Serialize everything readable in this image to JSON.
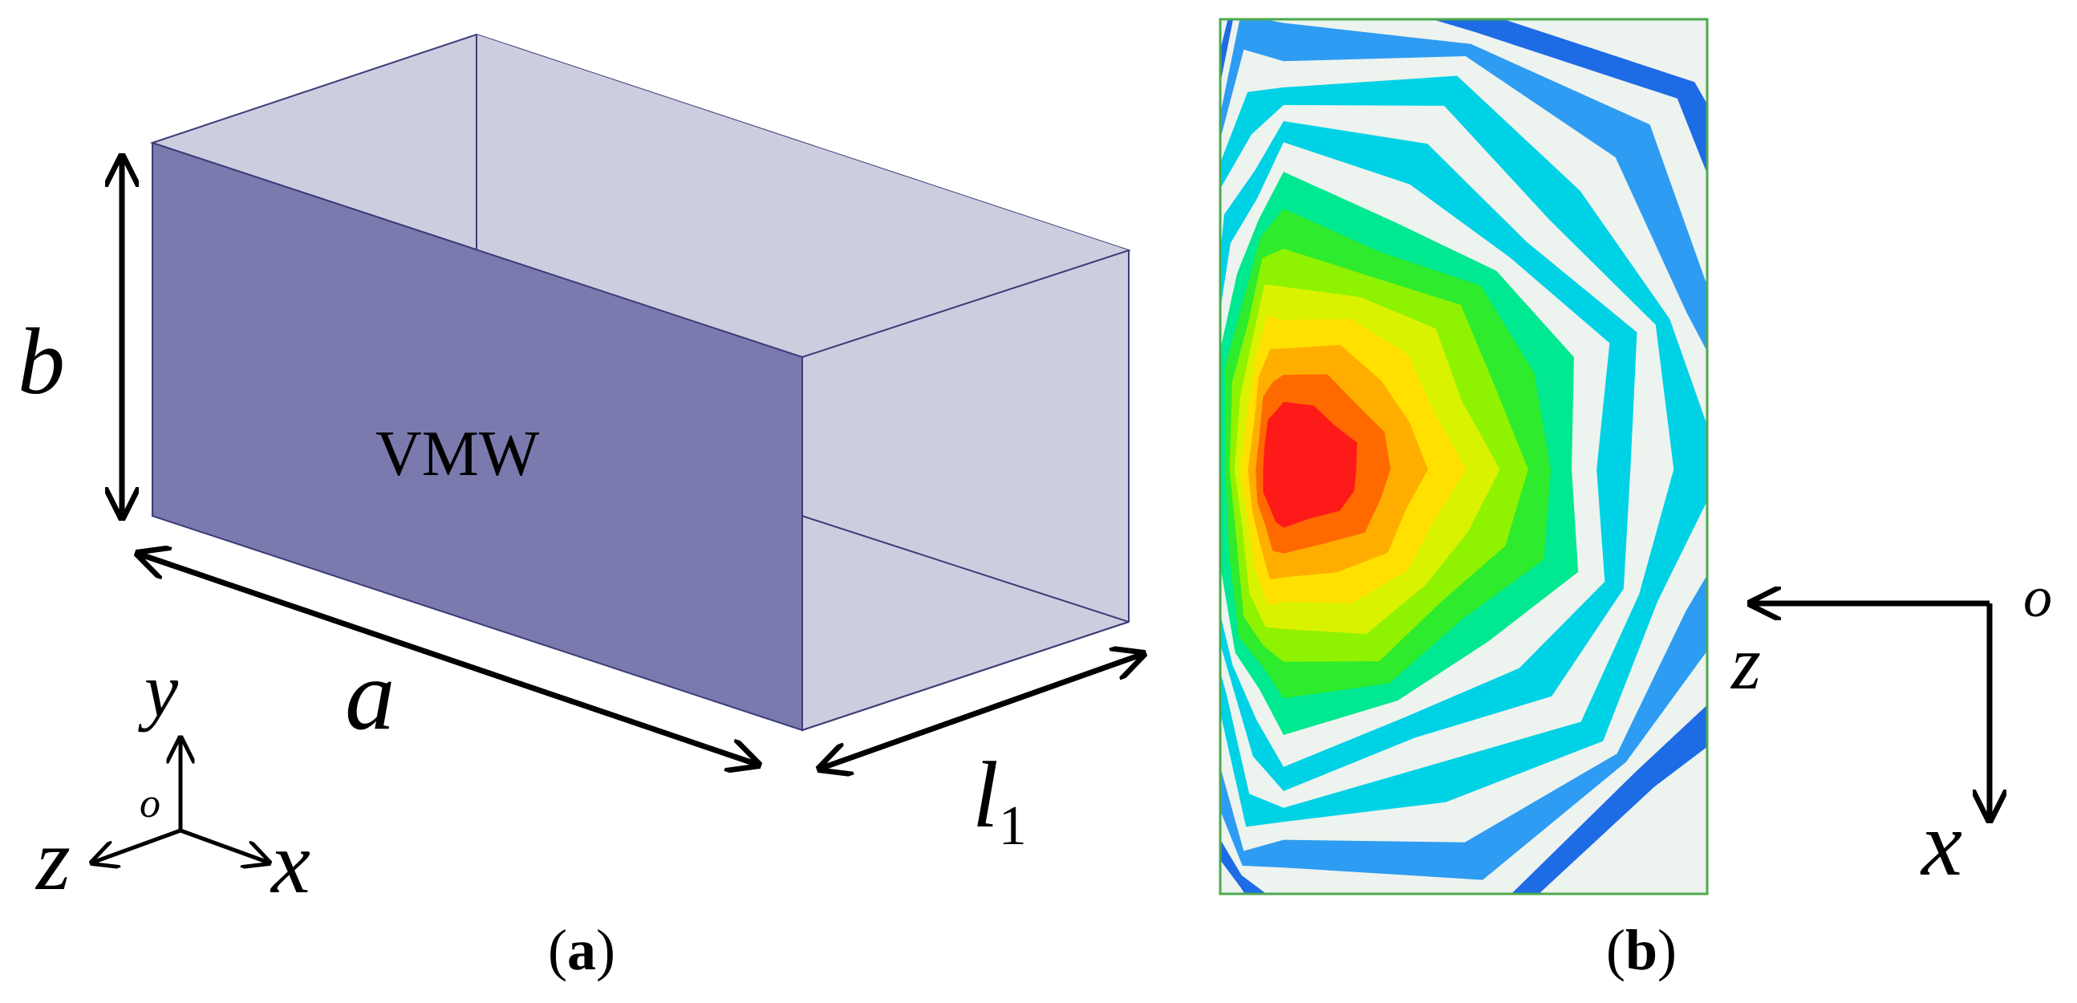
{
  "panel_a": {
    "box_label": "VMW",
    "dim_height": "b",
    "dim_width": "a",
    "dim_length": "l",
    "dim_length_subscript": "1",
    "axes": {
      "origin": "o",
      "x": "x",
      "y": "y",
      "z": "z"
    },
    "caption_open": "(",
    "caption_letter": "a",
    "caption_close": ")"
  },
  "panel_b": {
    "axes": {
      "origin": "o",
      "x": "x",
      "z": "z"
    },
    "caption_open": "(",
    "caption_letter": "b",
    "caption_close": ")"
  },
  "colors": {
    "front_face": "#7A7AAE",
    "side_face": "#CDCDE0",
    "edge": "#3C3C78",
    "field_colors": [
      "#EDF3EE",
      "#1E6BE6",
      "#2E9CF2",
      "#00D2E6",
      "#00E890",
      "#2EEB2E",
      "#8FF200",
      "#D9F200",
      "#FFE000",
      "#FFAE00",
      "#FF6A00",
      "#FF1A1A"
    ]
  }
}
